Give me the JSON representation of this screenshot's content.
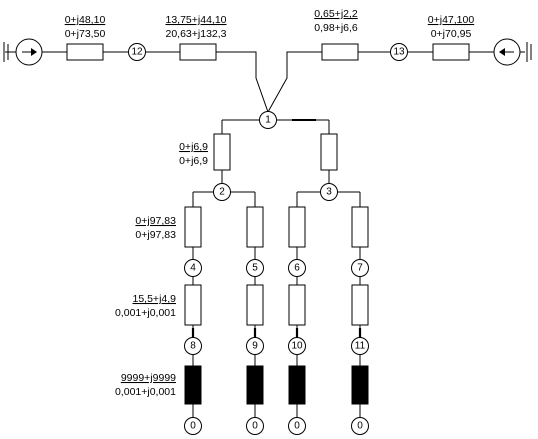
{
  "nodes": {
    "n1": "1",
    "n2": "2",
    "n3": "3",
    "n4": "4",
    "n5": "5",
    "n6": "6",
    "n7": "7",
    "n8": "8",
    "n9": "9",
    "n10": "10",
    "n11": "11",
    "n12": "12",
    "n13": "13",
    "g8": "0",
    "g9": "0",
    "g10": "0",
    "g11": "0"
  },
  "labels": {
    "left_gen_top": "0+j48,10",
    "left_gen_bottom": "0+j73,50",
    "left_line_top": "13,75+j44,10",
    "left_line_bottom": "20,63+j132,3",
    "right_line_top": "0,65+j2,2",
    "right_line_bottom": "0,98+j6,6",
    "right_gen_top": "0+j47,100",
    "right_gen_bottom": "0+j70,95",
    "trafo_top": "0+j6,9",
    "trafo_bottom": "0+j6,9",
    "feeder_top": "0+j97,83",
    "feeder_bottom": "0+j97,83",
    "load_top": "15,5+j4,9",
    "load_bottom": "0,001+j0,001",
    "ground_top": "9999+j9999",
    "ground_bottom": "0,001+j0,001"
  }
}
